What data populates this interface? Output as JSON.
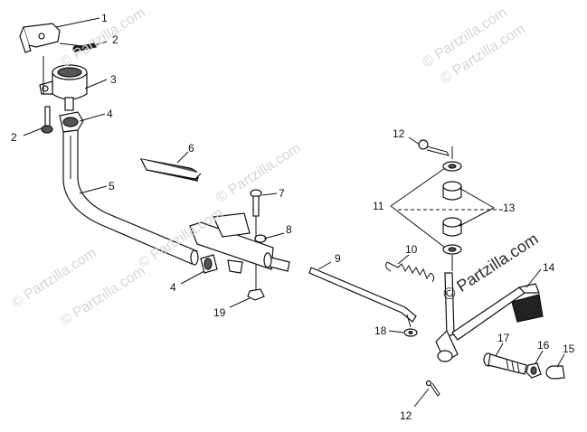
{
  "watermarks": [
    "© Partzilla.com",
    "© Partzilla.com",
    "© Partzilla.com",
    "© Partzilla.com",
    "© Partzilla.com",
    "© Partzilla.com",
    "© Partzilla.com",
    "© Partzilla.com"
  ],
  "callouts": [
    {
      "id": "c1",
      "text": "1"
    },
    {
      "id": "c2a",
      "text": "2"
    },
    {
      "id": "c3",
      "text": "3"
    },
    {
      "id": "c4a",
      "text": "4"
    },
    {
      "id": "c2b",
      "text": "2"
    },
    {
      "id": "c6",
      "text": "6"
    },
    {
      "id": "c5",
      "text": "5"
    },
    {
      "id": "c7",
      "text": "7"
    },
    {
      "id": "c8",
      "text": "8"
    },
    {
      "id": "c9",
      "text": "9"
    },
    {
      "id": "c4b",
      "text": "4"
    },
    {
      "id": "c19",
      "text": "19"
    },
    {
      "id": "c10",
      "text": "10"
    },
    {
      "id": "c12a",
      "text": "12"
    },
    {
      "id": "c11",
      "text": "11"
    },
    {
      "id": "c13",
      "text": "13"
    },
    {
      "id": "c14",
      "text": "14"
    },
    {
      "id": "c18",
      "text": "18"
    },
    {
      "id": "c17",
      "text": "17"
    },
    {
      "id": "c16",
      "text": "16"
    },
    {
      "id": "c15",
      "text": "15"
    },
    {
      "id": "c12b",
      "text": "12"
    }
  ]
}
